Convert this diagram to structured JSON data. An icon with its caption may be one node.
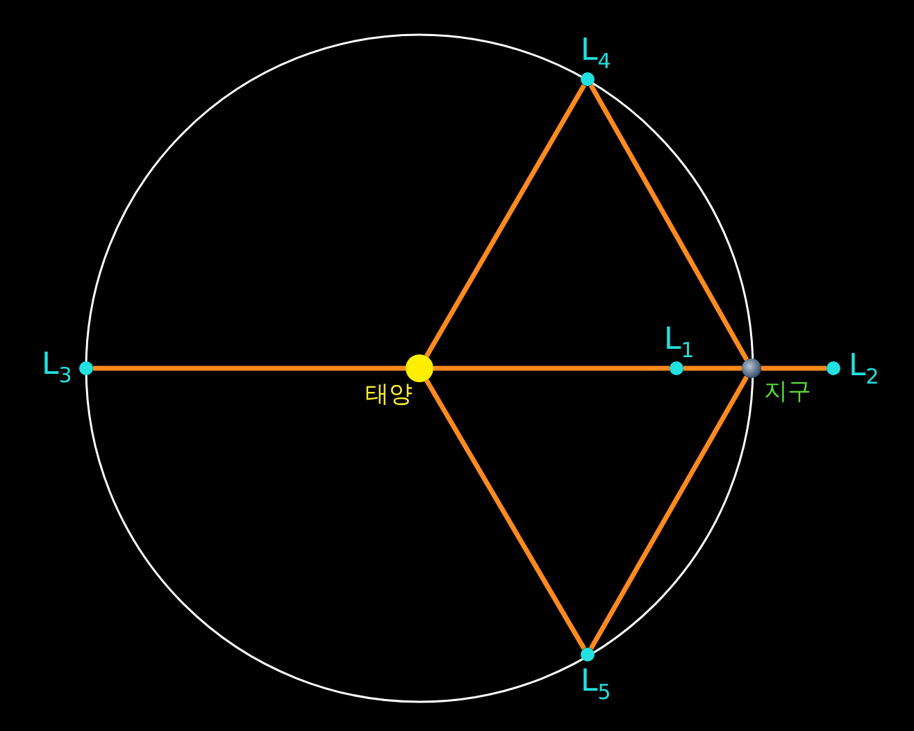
{
  "diagram": {
    "nodes": [
      {
        "text": [],
        "shape": "circle",
        "beside": [
          "L$_{4}$"
        ]
      },
      {
        "text": [],
        "shape": "circle",
        "beside": [
          "L$_{3}$"
        ]
      },
      {
        "text": [],
        "shape": "circle",
        "beside": [
          "태양"
        ]
      },
      {
        "text": [],
        "shape": "circle",
        "beside": [
          "L$_{1}$"
        ]
      },
      {
        "text": [],
        "shape": "circle",
        "beside": [
          "지구"
        ]
      },
      {
        "text": [],
        "shape": "circle",
        "beside": [
          "L$_{2}$"
        ]
      },
      {
        "text": [],
        "shape": "circle",
        "beside": [
          "L$_{5}$"
        ]
      }
    ],
    "edges": [
      {
        "from": 1,
        "to": 2,
        "arrow": "none"
      },
      {
        "from": 2,
        "to": 3,
        "arrow": "none"
      },
      {
        "from": 3,
        "to": 4,
        "arrow": "none"
      },
      {
        "from": 4,
        "to": 5,
        "arrow": "none"
      },
      {
        "from": 2,
        "to": 0,
        "arrow": "none"
      },
      {
        "from": 0,
        "to": 4,
        "arrow": "none"
      },
      {
        "from": 2,
        "to": 6,
        "arrow": "none"
      },
      {
        "from": 6,
        "to": 4,
        "arrow": "none"
      }
    ]
  }
}
